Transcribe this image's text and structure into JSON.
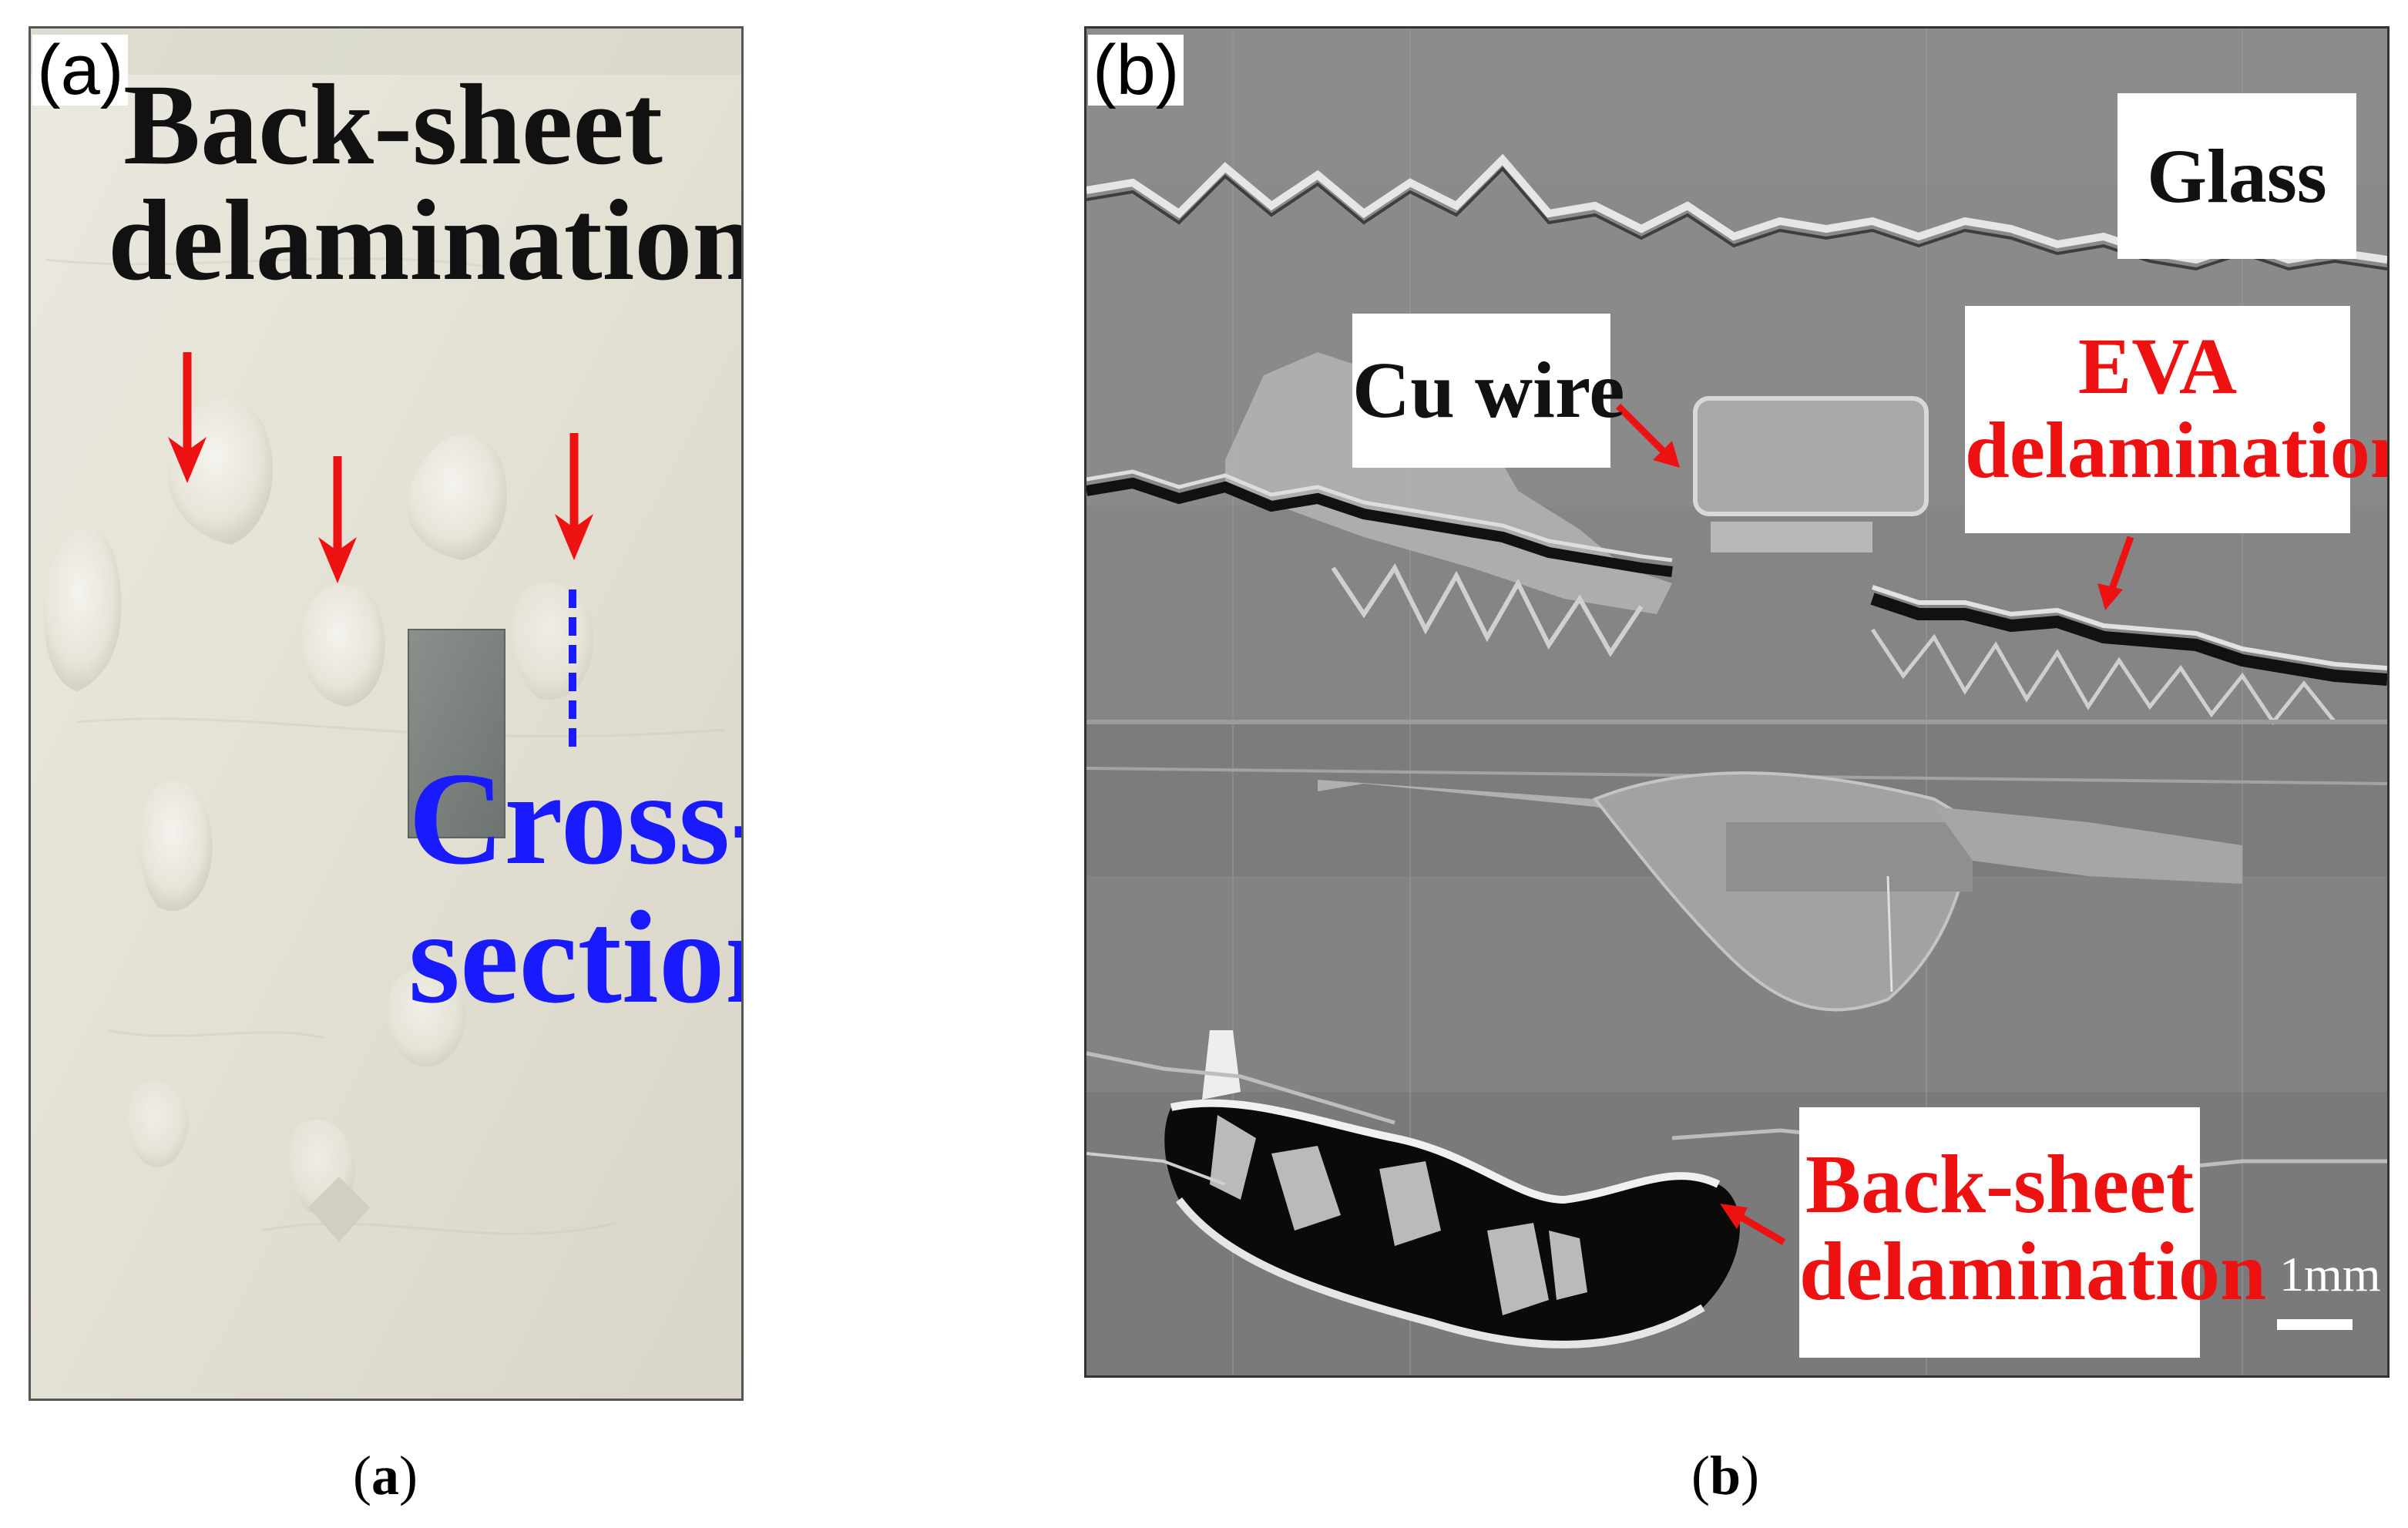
{
  "panel_a": {
    "letter": "(a)",
    "title_line1": "Back-sheet",
    "title_line2": "delamination",
    "cross_line1": "Cross-",
    "cross_line2": "section",
    "colors": {
      "arrow": "#ee1111",
      "cross_section": "#1a1aff",
      "background": "#e4e1d6",
      "sample": "#7d8680"
    },
    "arrow_count": 3
  },
  "panel_b": {
    "letter": "(b)",
    "glass": "Glass",
    "cu_wire": "Cu wire",
    "eva_line1": "EVA",
    "eva_line2": "delamination",
    "backsheet_line1": "Back-sheet",
    "backsheet_line2": "delamination",
    "scale": "1mm",
    "colors": {
      "arrow": "#ee1111",
      "label_red": "#ee1111",
      "background": "#858585"
    }
  },
  "captions": {
    "a": {
      "open": "(",
      "letter": "a",
      "close": ")"
    },
    "b": {
      "open": "(",
      "letter": "b",
      "close": ")"
    }
  }
}
